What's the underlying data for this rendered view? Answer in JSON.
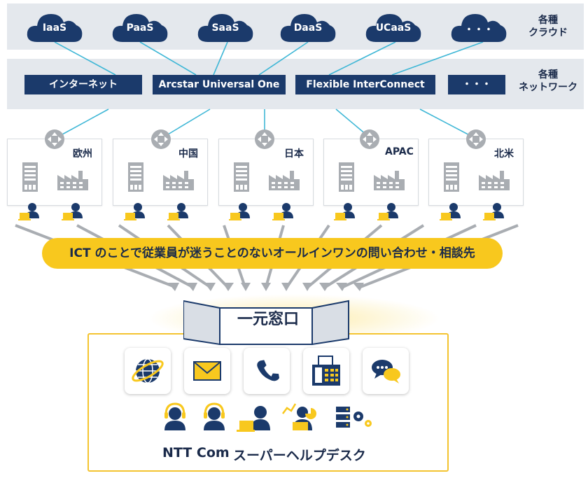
{
  "clouds": {
    "items": [
      "IaaS",
      "PaaS",
      "SaaS",
      "DaaS",
      "UCaaS",
      "・・・"
    ],
    "side_label_1": "各種",
    "side_label_2": "クラウド"
  },
  "networks": {
    "items": [
      "インターネット",
      "Arcstar Universal One",
      "Flexible InterConnect",
      "・・・"
    ],
    "side_label_1": "各種",
    "side_label_2": "ネットワーク"
  },
  "regions": [
    "欧州",
    "中国",
    "日本",
    "APAC",
    "北米"
  ],
  "banner": "ICT のことで従業員が迷うことのないオールインワンの問い合わせ・相談先",
  "contact": {
    "title": "一元窓口",
    "brand": "NTT Com",
    "service": "スーパーヘルプデスク"
  },
  "colors": {
    "navy": "#1b3a6b",
    "yellow": "#f8c81e",
    "band": "#e4e8ed",
    "line": "#3fb7d6",
    "gray_icon": "#a9adb2"
  }
}
